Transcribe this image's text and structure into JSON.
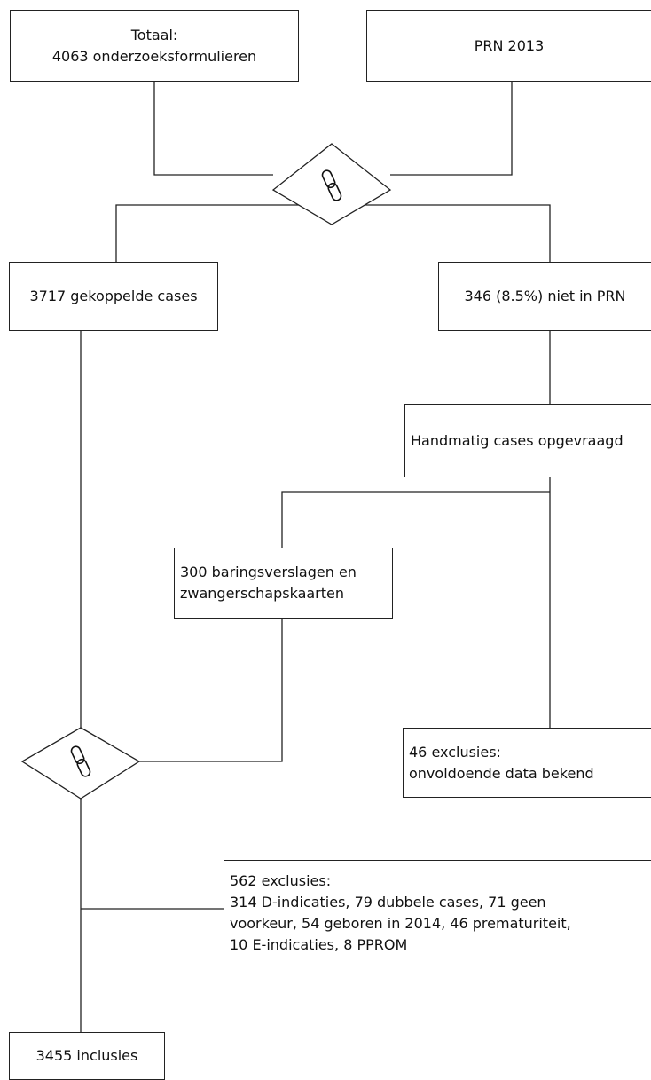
{
  "boxes": {
    "total": {
      "line1": "Totaal:",
      "line2": "4063 onderzoeksformulieren"
    },
    "prn": {
      "label": "PRN 2013"
    },
    "linked": {
      "label": "3717 gekoppelde cases"
    },
    "not_in_prn": {
      "label": "346 (8.5%) niet in PRN"
    },
    "manual": {
      "label": "Handmatig cases opgevraagd"
    },
    "records": {
      "line1": "300 baringsverslagen en",
      "line2": "zwangerschapskaarten"
    },
    "excl46": {
      "line1": "46 exclusies:",
      "line2": "onvoldoende data bekend"
    },
    "excl562": {
      "line1": "562 exclusies:",
      "line2": "314 D-indicaties, 79 dubbele cases, 71 geen",
      "line3": "voorkeur, 54 geboren in 2014, 46 prematuriteit,",
      "line4": "10 E-indicaties, 8 PPROM"
    },
    "inclusions": {
      "label": "3455 inclusies"
    }
  },
  "icons": {
    "merge_top": "chain-link-icon",
    "merge_bottom": "chain-link-icon"
  },
  "colors": {
    "line": "#222222",
    "background": "#ffffff"
  }
}
